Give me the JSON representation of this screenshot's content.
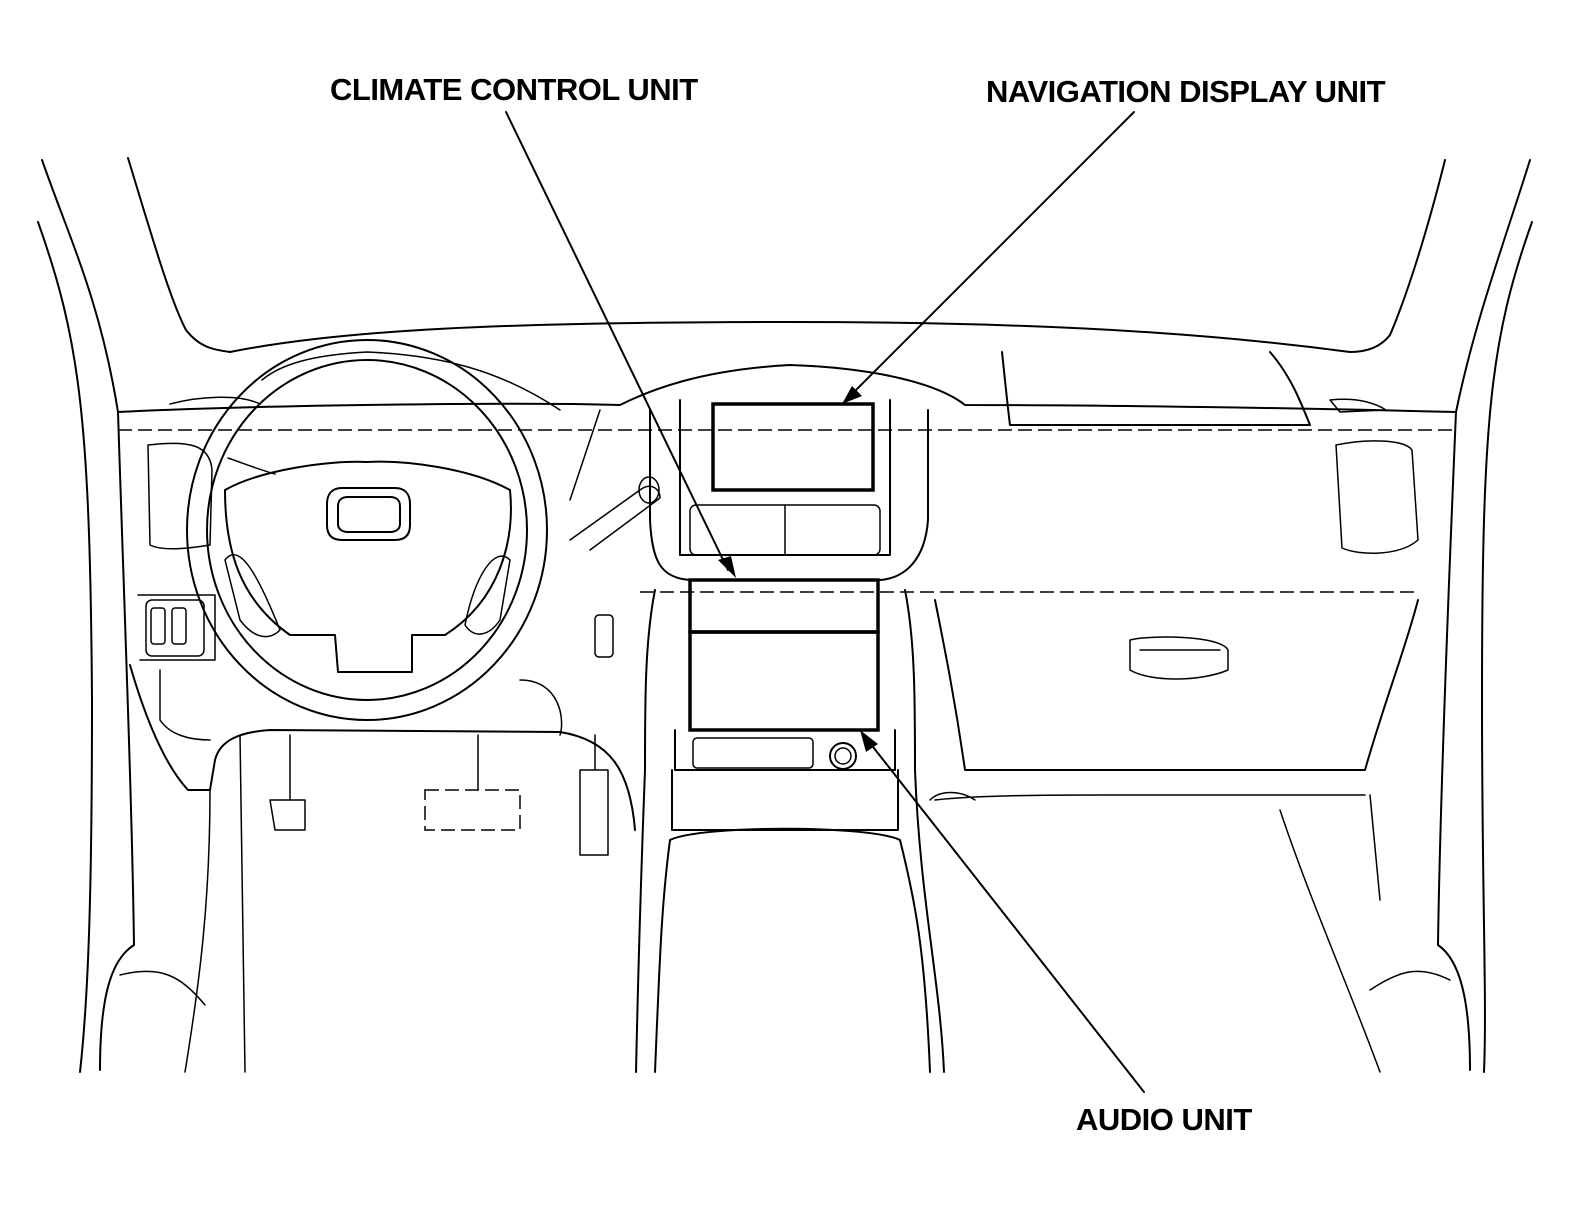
{
  "labels": {
    "climate_control_unit": "CLIMATE CONTROL UNIT",
    "navigation_display_unit": "NAVIGATION DISPLAY UNIT",
    "audio_unit": "AUDIO UNIT"
  },
  "colors": {
    "line": "#000000",
    "background": "#ffffff"
  }
}
